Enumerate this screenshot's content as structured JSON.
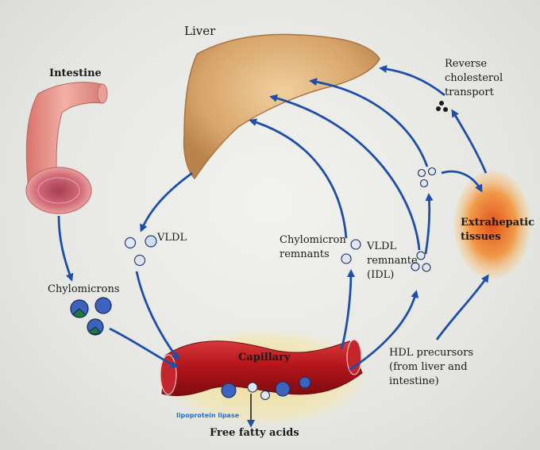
{
  "labels": {
    "liver": "Liver",
    "intestine": "Intestine",
    "vldl": "VLDL",
    "chylomicrons": "Chylomicrons",
    "capillary": "Capillary",
    "lipoprotein_lipase": "lipoprotein lipase",
    "free_fatty_acids": "Free fatty acids",
    "chylomicron_remnants": "Chylomicron\nremnants",
    "vldl_remnant": "VLDL\nremnante\n(IDL)",
    "reverse_transport": "Reverse\ncholesterol\ntransport",
    "extrahepatic": "Extrahepatic\ntissues",
    "hdl_precursors": "HDL precursors\n(from liver and\nintestine)"
  },
  "colors": {
    "arrow": "#1d4fa8",
    "liver": "#d9a870",
    "capillary": "#b3151a",
    "intestine": "#e7958e",
    "tissue": "#e76f24"
  }
}
